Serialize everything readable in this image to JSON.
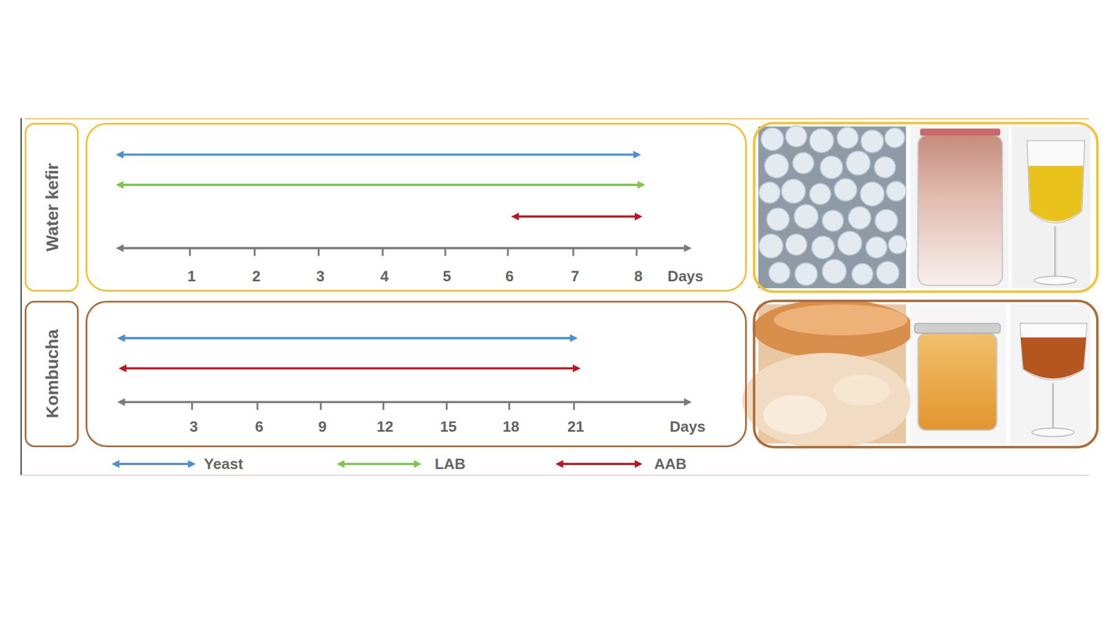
{
  "diagram": {
    "nodes": [
      {
        "text": [
          "Water kefir"
        ]
      },
      {
        "text": [
          "1",
          "2",
          "3",
          "4",
          "5",
          "6",
          "7",
          "8",
          "Days"
        ]
      },
      {
        "text": [
          "Kombucha"
        ]
      },
      {
        "text": [
          "3",
          "6",
          "9",
          "12",
          "15",
          "18",
          "21",
          "Days"
        ]
      }
    ],
    "legend": [
      {
        "text": "Yeast"
      },
      {
        "text": "LAB"
      },
      {
        "text": "AAB"
      }
    ]
  }
}
